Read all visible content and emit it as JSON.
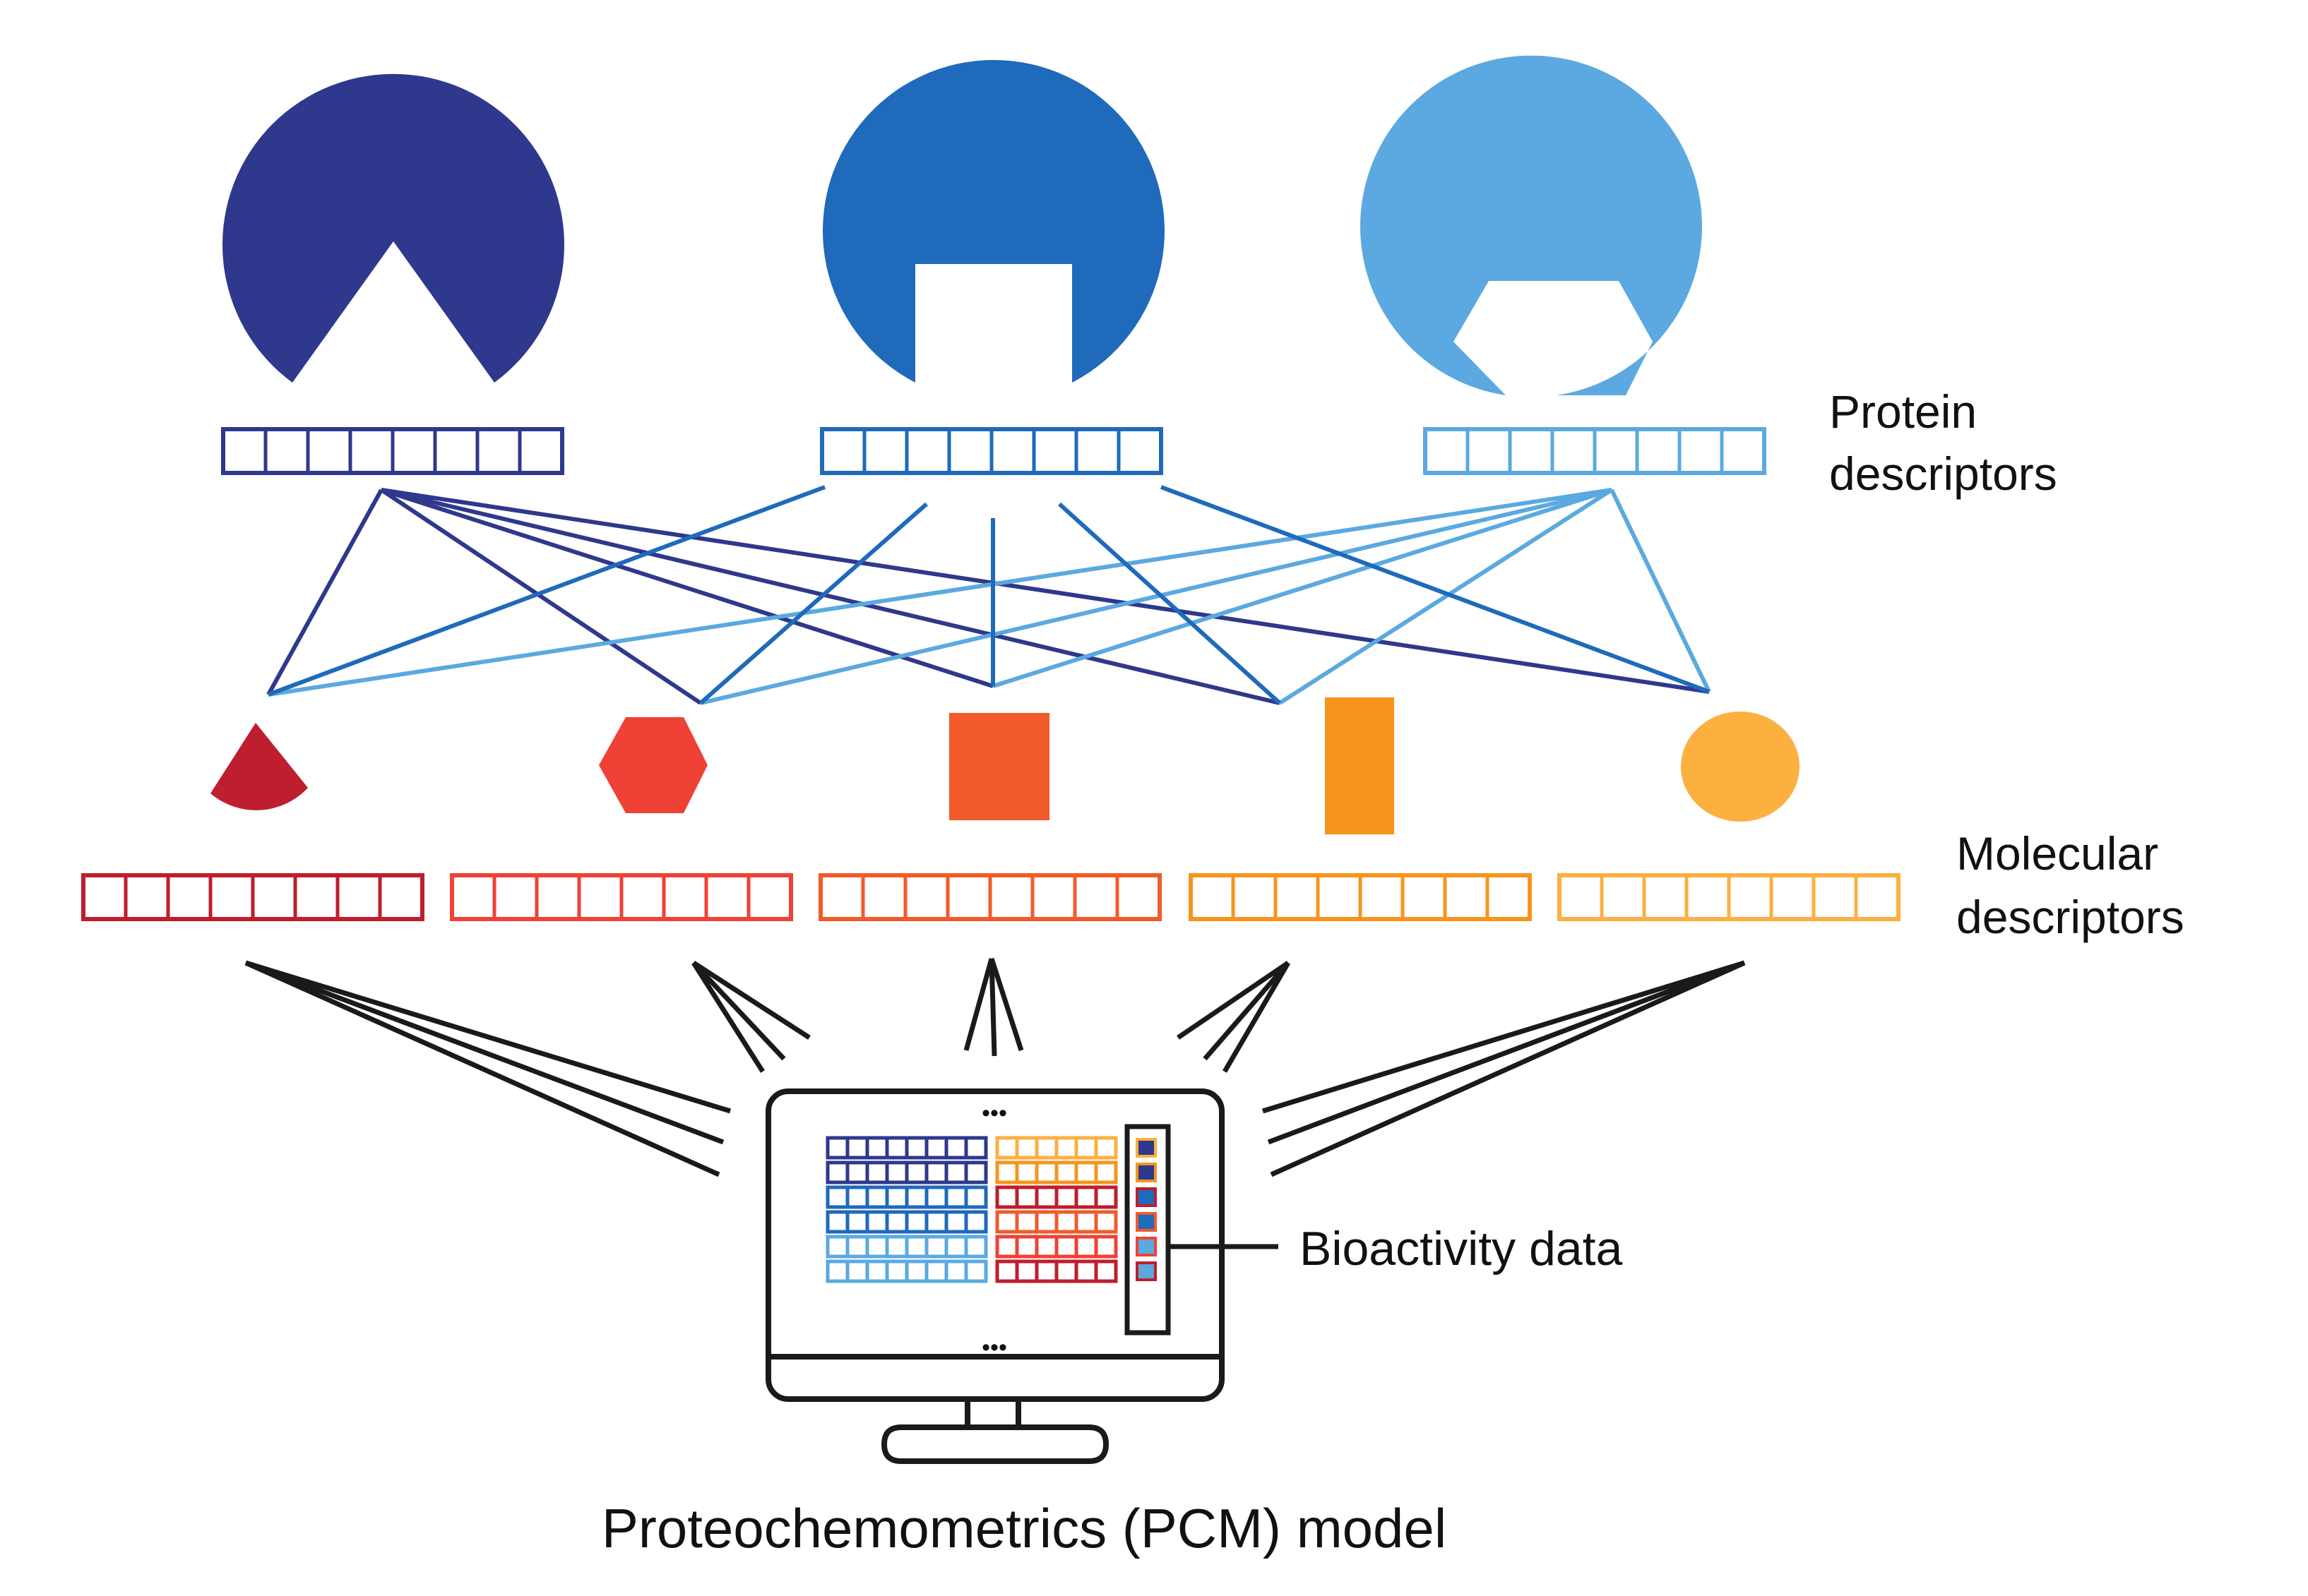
{
  "labels": {
    "protein_line1": "Protein",
    "protein_line2": "descriptors",
    "molecular_line1": "Molecular",
    "molecular_line2": "descriptors",
    "bioactivity": "Bioactivity data",
    "model": "Proteochemometrics (PCM) model",
    "ellipsis_top": "•••",
    "ellipsis_bottom": "•••"
  },
  "proteins": [
    {
      "name": "protein-a",
      "pocket": "triangle",
      "color": "#2E388C"
    },
    {
      "name": "protein-b",
      "pocket": "rectangle",
      "color": "#1F6ABB"
    },
    {
      "name": "protein-c",
      "pocket": "hexagon",
      "color": "#5BA9E0"
    }
  ],
  "molecules": [
    {
      "name": "molecule-a",
      "shape": "sector",
      "color": "#BE1E2D"
    },
    {
      "name": "molecule-b",
      "shape": "hexagon",
      "color": "#EF4136"
    },
    {
      "name": "molecule-c",
      "shape": "square",
      "color": "#F15A2B"
    },
    {
      "name": "molecule-d",
      "shape": "rectangle",
      "color": "#F7941E"
    },
    {
      "name": "molecule-e",
      "shape": "ellipse",
      "color": "#FBB040"
    }
  ],
  "descriptor_cells": 8,
  "line_color": "#1A1A1A"
}
